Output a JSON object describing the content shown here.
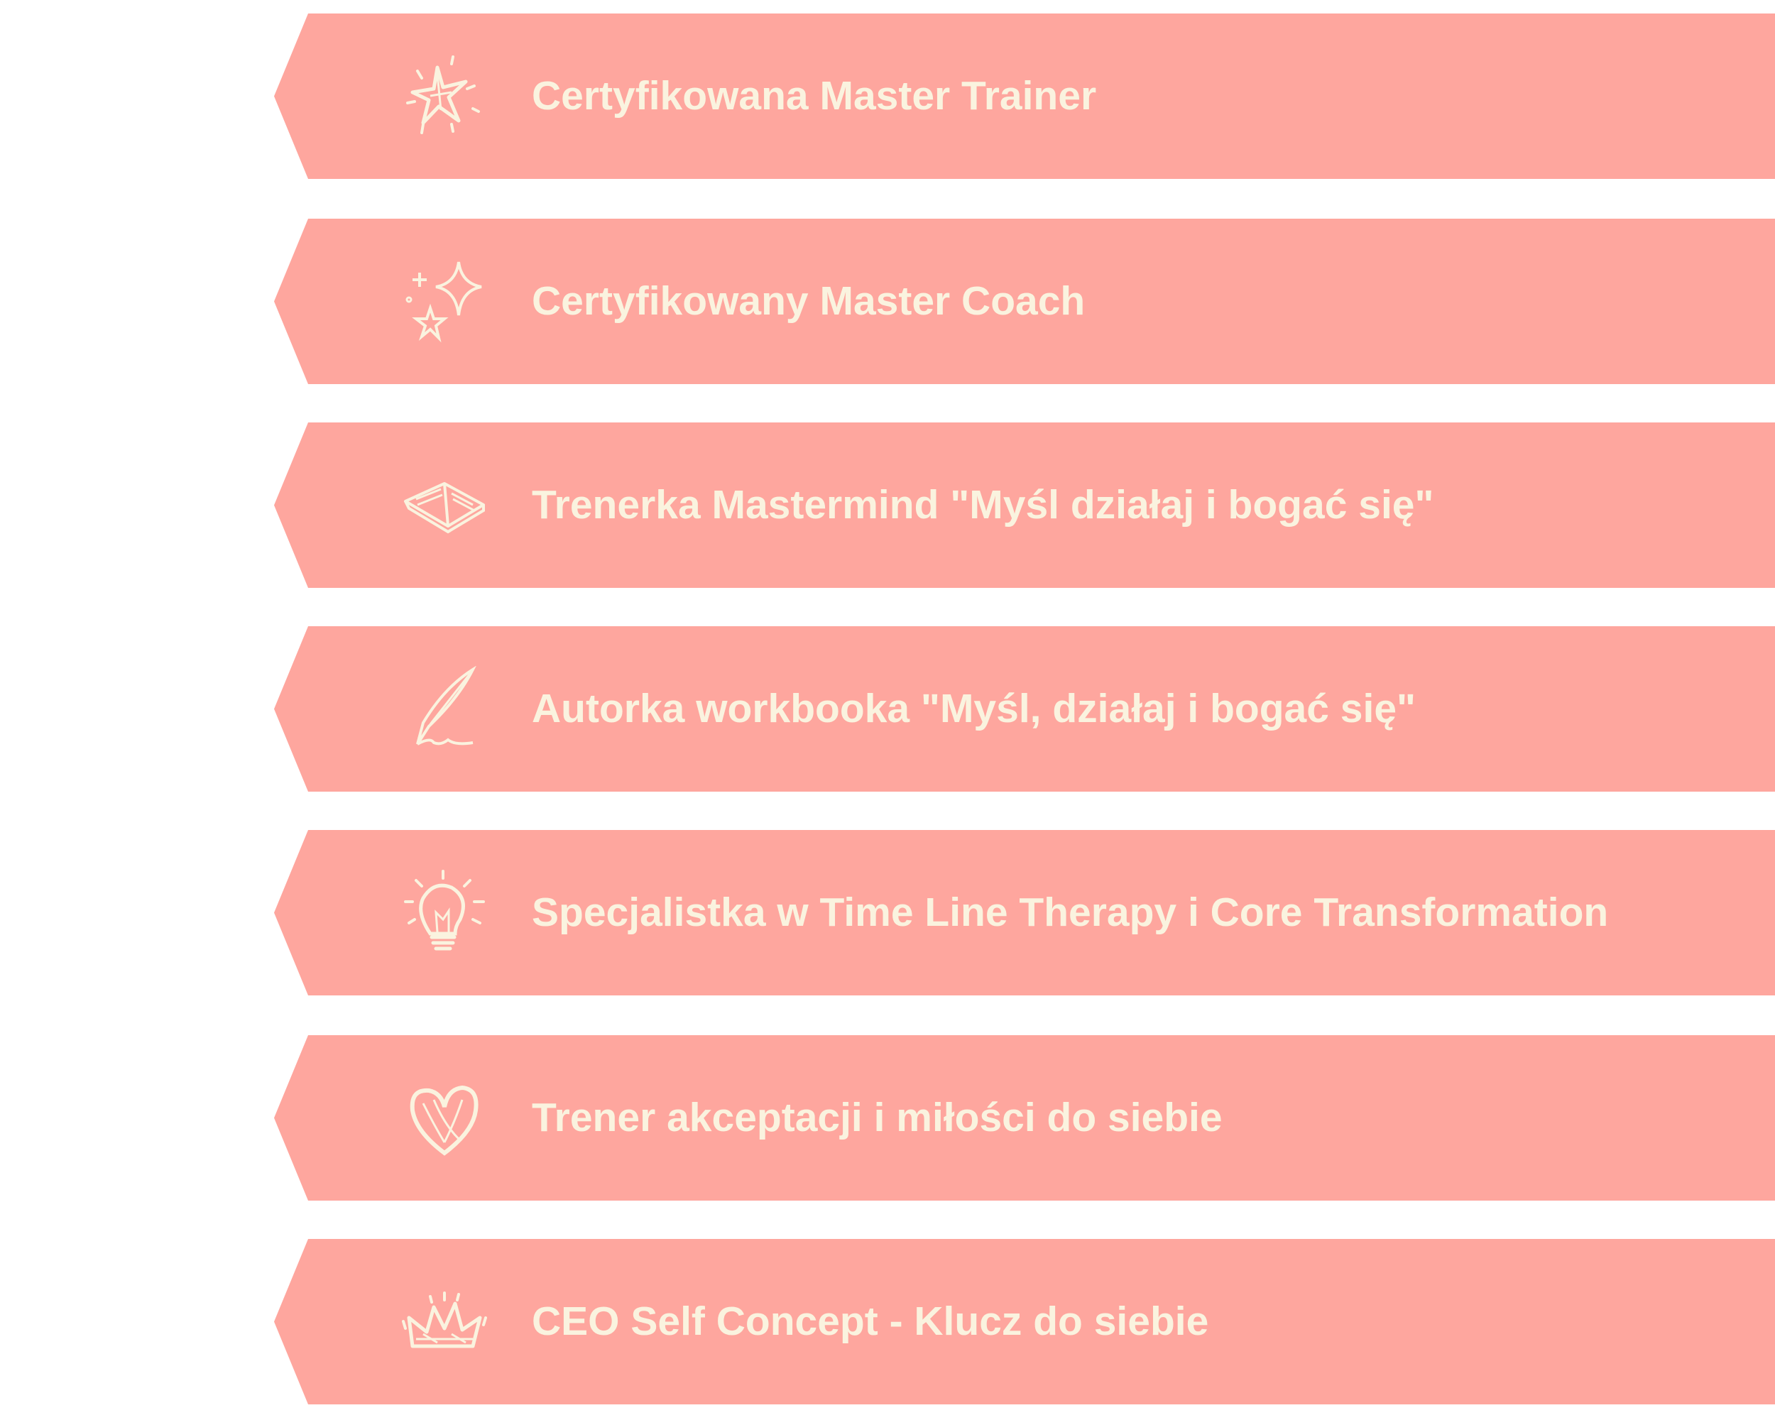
{
  "colors": {
    "banner": "#FEA69E",
    "text": "#FAF3DF",
    "background": "#FFFFFF"
  },
  "items": [
    {
      "label": "Certyfikowana Master Trainer",
      "icon": "star-icon"
    },
    {
      "label": "Certyfikowany Master Coach",
      "icon": "sparkles-icon"
    },
    {
      "label": "Trenerka Mastermind \"Myśl działaj i bogać się\"",
      "icon": "open-book-icon"
    },
    {
      "label": "Autorka workbooka \"Myśl, działaj i bogać się\"",
      "icon": "quill-pen-icon"
    },
    {
      "label": "Specjalistka w Time Line Therapy i Core Transformation",
      "icon": "lightbulb-icon"
    },
    {
      "label": "Trener akceptacji i miłości do siebie",
      "icon": "heart-icon"
    },
    {
      "label": "CEO Self Concept - Klucz do siebie",
      "icon": "crown-icon"
    }
  ]
}
